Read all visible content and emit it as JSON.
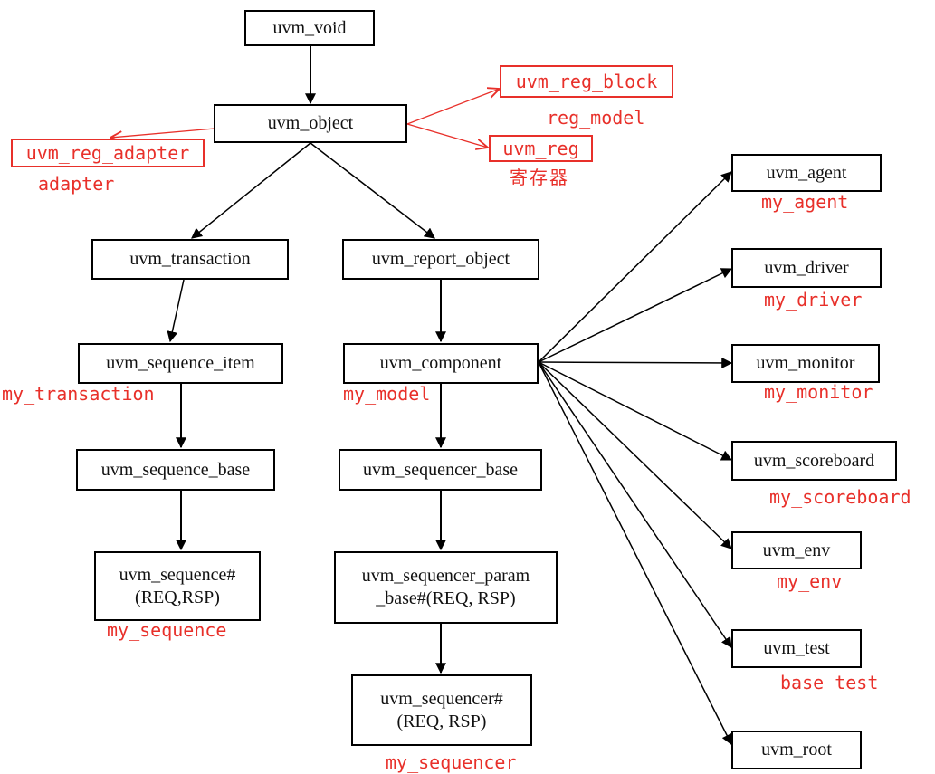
{
  "colors": {
    "line": "#000000",
    "annotation": "#e8302a"
  },
  "nodes": {
    "uvm_void": "uvm_void",
    "uvm_object": "uvm_object",
    "uvm_transaction": "uvm_transaction",
    "uvm_report_object": "uvm_report_object",
    "uvm_sequence_item": "uvm_sequence_item",
    "uvm_component": "uvm_component",
    "uvm_sequence_base": "uvm_sequence_base",
    "uvm_sequencer_base": "uvm_sequencer_base",
    "uvm_sequence": [
      "uvm_sequence#",
      "(REQ,RSP)"
    ],
    "uvm_sequencer_param_base": [
      "uvm_sequencer_param",
      "_base#(REQ, RSP)"
    ],
    "uvm_sequencer": [
      "uvm_sequencer#",
      "(REQ, RSP)"
    ],
    "uvm_agent": "uvm_agent",
    "uvm_driver": "uvm_driver",
    "uvm_monitor": "uvm_monitor",
    "uvm_scoreboard": "uvm_scoreboard",
    "uvm_env": "uvm_env",
    "uvm_test": "uvm_test",
    "uvm_root": "uvm_root"
  },
  "annotations": {
    "uvm_reg_block": "uvm_reg_block",
    "reg_model": "reg_model",
    "uvm_reg": "uvm_reg",
    "register_cn": "寄存器",
    "uvm_reg_adapter": "uvm_reg_adapter",
    "adapter": "adapter",
    "my_transaction": "my_transaction",
    "my_model": "my_model",
    "my_sequence": "my_sequence",
    "my_sequencer": "my_sequencer",
    "my_agent": "my_agent",
    "my_driver": "my_driver",
    "my_monitor": "my_monitor",
    "my_scoreboard": "my_scoreboard",
    "my_env": "my_env",
    "base_test": "base_test"
  }
}
